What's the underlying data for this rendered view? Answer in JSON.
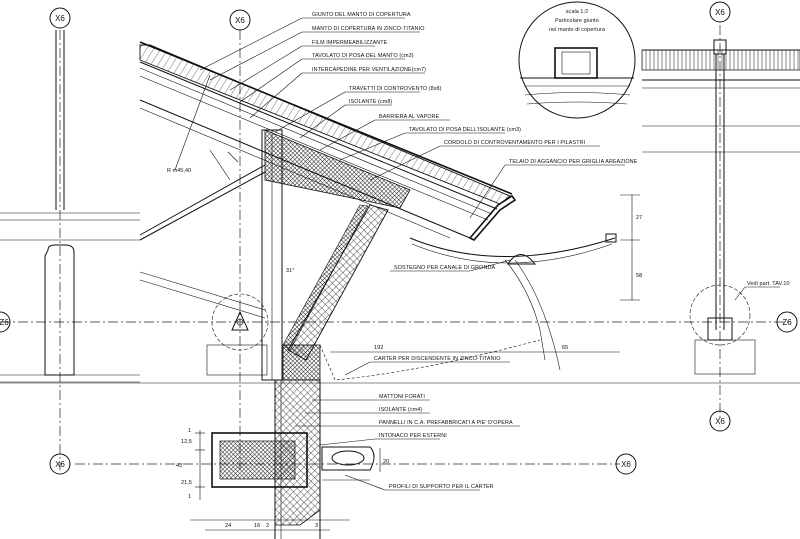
{
  "grid_markers": {
    "x6_top_left": "X6",
    "x6_top_center": "X6",
    "x6_top_right": "X6",
    "x6_mid_left": "X6",
    "x6_mid_center": "X6",
    "x6_bottom_right": "X6",
    "z6_right": "Z6",
    "z6_left_partial": "Z6"
  },
  "labels": {
    "giunto": "GIUNTO DEL MANTO DI COPERTURA",
    "manto": "MANTO DI COPERTURA IN ZINCO-TITANIO",
    "film": "FILM IMPERMEABILIZZANTE",
    "tavolato_manto": "TAVOLATO DI POSA DEL MANTO (cm3)",
    "intercapedine": "INTERCAPEDINE PER VENTILAZIONE(cm7)",
    "travetti": "TRAVETTI DI CONTROVENTO (8x8)",
    "isolante_top": "ISOLANTE (cm8)",
    "barriera": "BARRIERA AL VAPORE",
    "tavolato_isolante": "TAVOLATO DI POSA DELL'ISOLANTE (cm3)",
    "cordolo": "CORDOLO DI CONTROVENTAMENTO PER I PILASTRI",
    "telaio": "TELAIO DI AGGANCIO PER GRIGLIA AREAZIONE",
    "sostegno": "SOSTEGNO PER CANALE DI GRONDA",
    "carter": "CARTER PER DISCENDENTE IN ZINCO-TITANIO",
    "mattoni": "MATTONI FORATI",
    "isolante_cm4": "ISOLANTE (cm4)",
    "pannelli": "PANNELLI IN C.A. PREFABBRICATI A PIE' D'OPERA",
    "intonaco": "INTONACO PER ESTERNI",
    "profili": "PROFILI DI SUPPORTO PER IL CARTER",
    "radius": "R m45,40",
    "angle": "31°",
    "vedi": "Vedi part. TAV.10"
  },
  "detail_callout": {
    "scale": "scala 1:2",
    "line1": "Particolare giunto",
    "line2": "nel manto di copertura"
  },
  "dimensions": {
    "d27": "27",
    "d58": "58",
    "d192": "192",
    "d65": "65",
    "d12_5": "12,5",
    "d43": "43",
    "d21_5": "21,5",
    "d20": "20",
    "d24": "24",
    "d16": "16",
    "d2": "2",
    "d1a": "1",
    "d1b": "1",
    "d3": "3"
  }
}
